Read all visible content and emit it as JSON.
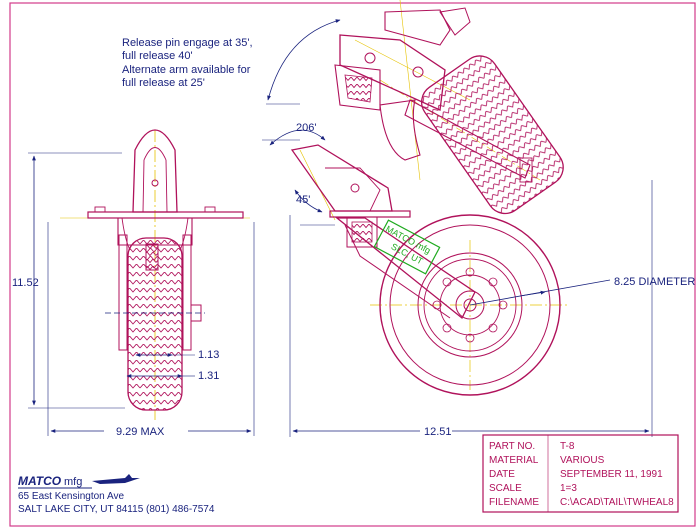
{
  "notes": {
    "line1": "Release pin engage at 35',",
    "line2": "full release 40'",
    "line3": "Alternate arm available for",
    "line4": "full release at 25'"
  },
  "dimensions": {
    "height": "11.52",
    "width_max": "9.29  MAX",
    "inner_1": "1.13",
    "inner_2": "1.31",
    "angle_206": "206'",
    "angle_45": "45'",
    "diameter": "8.25  DIAMETER",
    "length": "12.51"
  },
  "stamp": {
    "line1": "MATCO mfg",
    "line2": "SLC, UT"
  },
  "title_block": {
    "part_no_label": "PART NO.",
    "part_no_value": "T-8",
    "material_label": "MATERIAL",
    "material_value": "VARIOUS",
    "date_label": "DATE",
    "date_value": "SEPTEMBER 11, 1991",
    "scale_label": "SCALE",
    "scale_value": "1=3",
    "filename_label": "FILENAME",
    "filename_value": "C:\\ACAD\\TAIL\\TWHEAL8"
  },
  "company": {
    "name": "MATCO",
    "suffix": "mfg",
    "address1": "65 East Kensington Ave",
    "address2": "SALT LAKE CITY, UT 84115   (801)  486-7574"
  },
  "colors": {
    "outline": "#b0125b",
    "dimension": "#1a237e",
    "centerline": "#e6c200",
    "stamp": "#1faa1f",
    "border": "#d33b8a"
  }
}
